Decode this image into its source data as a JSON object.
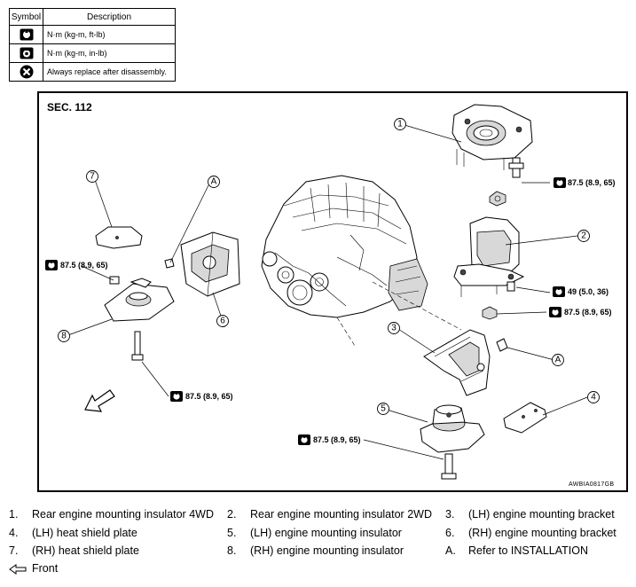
{
  "legend": {
    "header_symbol": "Symbol",
    "header_description": "Description",
    "rows": [
      {
        "icon": "torque-wrench-icon",
        "description": "N·m (kg-m, ft-lb)"
      },
      {
        "icon": "torque-wrench-small-icon",
        "description": "N·m (kg-m, in-lb)"
      },
      {
        "icon": "always-replace-icon",
        "description": "Always replace after disassembly."
      }
    ]
  },
  "diagram": {
    "section": "SEC. 112",
    "figure_code": "AWBIA0817GB",
    "callouts": [
      "1",
      "2",
      "3",
      "4",
      "5",
      "6",
      "7",
      "8",
      "A",
      "A"
    ],
    "torques": {
      "t1": "87.5 (8.9, 65)",
      "t2": "49 (5.0, 36)",
      "t3": "87.5 (8.9, 65)",
      "t4": "87.5 (8.9, 65)",
      "t5": "87.5 (8.9, 65)",
      "t6": "87.5 (8.9, 65)"
    }
  },
  "parts": [
    {
      "num": "1.",
      "name": "Rear engine mounting insulator 4WD"
    },
    {
      "num": "2.",
      "name": "Rear engine mounting insulator 2WD"
    },
    {
      "num": "3.",
      "name": "(LH) engine mounting bracket"
    },
    {
      "num": "4.",
      "name": "(LH) heat shield plate"
    },
    {
      "num": "5.",
      "name": "(LH) engine mounting insulator"
    },
    {
      "num": "6.",
      "name": "(RH) engine mounting bracket"
    },
    {
      "num": "7.",
      "name": "(RH) heat shield plate"
    },
    {
      "num": "8.",
      "name": "(RH) engine mounting insulator"
    },
    {
      "num": "A.",
      "name": "Refer to INSTALLATION"
    }
  ],
  "front_label": "Front"
}
